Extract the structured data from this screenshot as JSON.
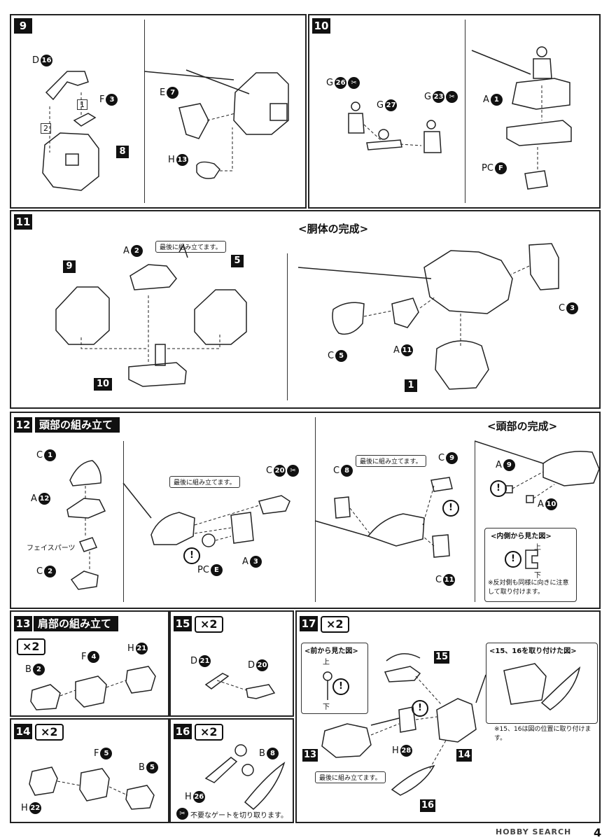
{
  "page_number": "4",
  "watermark": "HOBBY SEARCH",
  "step9": {
    "num": "9",
    "labels": {
      "d16_letter": "D",
      "d16_num": "16",
      "f3_letter": "F",
      "f3_num": "3",
      "e7_letter": "E",
      "e7_num": "7",
      "h13_letter": "H",
      "h13_num": "13",
      "order1": "1",
      "order2": "2",
      "result": "8"
    }
  },
  "step10": {
    "num": "10",
    "labels": {
      "g26_letter": "G",
      "g26_num": "26",
      "g27_letter": "G",
      "g27_num": "27",
      "g23_letter": "G",
      "g23_num": "23",
      "a1_letter": "A",
      "a1_num": "1",
      "pcf_letter": "PC",
      "pcf_num": "F"
    }
  },
  "step11": {
    "num": "11",
    "note_last": "最後に組み立てます。",
    "labels": {
      "a2_letter": "A",
      "a2_num": "2",
      "sub9": "9",
      "sub5": "5",
      "sub10": "10"
    }
  },
  "torso_complete": {
    "title": "<胴体の完成>",
    "labels": {
      "c3_letter": "C",
      "c3_num": "3",
      "c5_letter": "C",
      "c5_num": "5",
      "a11_letter": "A",
      "a11_num": "11",
      "sub1": "1"
    }
  },
  "step12": {
    "num": "12",
    "title": "頭部の組み立て",
    "note_last": "最後に組み立てます。",
    "face_parts": "フェイスパーツ",
    "labels": {
      "c1_letter": "C",
      "c1_num": "1",
      "a12_letter": "A",
      "a12_num": "12",
      "c2_letter": "C",
      "c2_num": "2",
      "c20_letter": "C",
      "c20_num": "20",
      "a3_letter": "A",
      "a3_num": "3",
      "pce_letter": "PC",
      "pce_num": "E",
      "c8_letter": "C",
      "c8_num": "8",
      "c9_letter": "C",
      "c9_num": "9",
      "c11_letter": "C",
      "c11_num": "11"
    },
    "note_last2": "最後に組み立てます。"
  },
  "head_complete": {
    "title": "<頭部の完成>",
    "inside_view": "<内側から見た図>",
    "up": "上",
    "down": "下",
    "note": "※反対側も同様に向きに注意して取り付けます。",
    "labels": {
      "a9_letter": "A",
      "a9_num": "9",
      "a10_letter": "A",
      "a10_num": "10"
    }
  },
  "step13": {
    "num": "13",
    "title": "肩部の組み立て",
    "times": "×2",
    "labels": {
      "b2_letter": "B",
      "b2_num": "2",
      "f4_letter": "F",
      "f4_num": "4",
      "h21_letter": "H",
      "h21_num": "21"
    }
  },
  "step14": {
    "num": "14",
    "times": "×2",
    "labels": {
      "f5_letter": "F",
      "f5_num": "5",
      "b5_letter": "B",
      "b5_num": "5",
      "h22_letter": "H",
      "h22_num": "22"
    }
  },
  "step15": {
    "num": "15",
    "times": "×2",
    "labels": {
      "d21_letter": "D",
      "d21_num": "21",
      "d20_letter": "D",
      "d20_num": "20"
    }
  },
  "step16": {
    "num": "16",
    "times": "×2",
    "gate_note": "不要なゲートを切り取ります。",
    "labels": {
      "b8_letter": "B",
      "b8_num": "8",
      "h26_letter": "H",
      "h26_num": "26"
    }
  },
  "step17": {
    "num": "17",
    "times": "×2",
    "front_view": "<前から見た図>",
    "up": "上",
    "down": "下",
    "attached_view": "<15、16を取り付けた図>",
    "attached_note": "※15、16は図の位置に取り付けます。",
    "note_last": "最後に組み立てます。",
    "labels": {
      "h28_letter": "H",
      "h28_num": "28",
      "sub15": "15",
      "sub16": "16",
      "sub13": "13",
      "sub14": "14"
    }
  }
}
